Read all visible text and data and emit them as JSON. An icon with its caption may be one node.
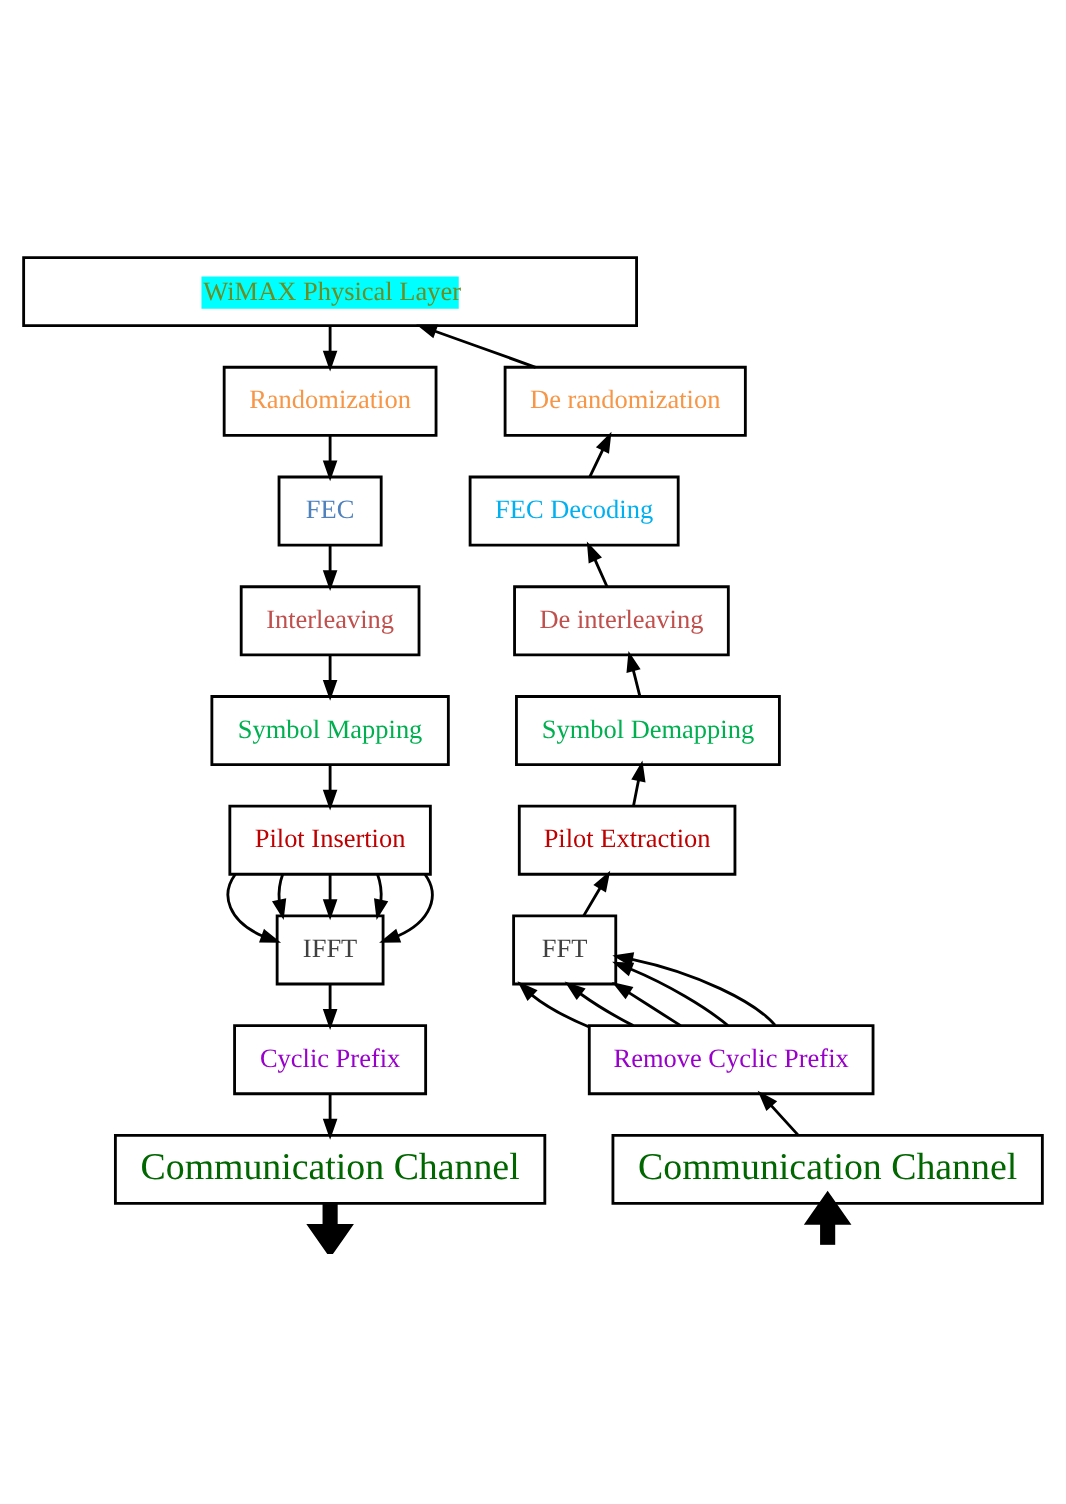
{
  "diagram": {
    "nodes": [
      {
        "text": [
          "WiMAX Physical Layer"
        ]
      },
      {
        "text": [
          "Randomization"
        ]
      },
      {
        "text": [
          "FEC"
        ]
      },
      {
        "text": [
          "Interleaving"
        ]
      },
      {
        "text": [
          "Symbol Mapping"
        ]
      },
      {
        "text": [
          "Pilot Insertion"
        ]
      },
      {
        "text": [
          "IFFT"
        ]
      },
      {
        "text": [
          "Cyclic Prefix"
        ]
      },
      {
        "text": [
          "Communication Channel"
        ]
      },
      {
        "text": [
          "De randomization"
        ]
      },
      {
        "text": [
          "FEC Decoding"
        ]
      },
      {
        "text": [
          "De interleaving"
        ]
      },
      {
        "text": [
          "Symbol Demapping"
        ]
      },
      {
        "text": [
          "Pilot Extraction"
        ]
      },
      {
        "text": [
          "FFT"
        ]
      },
      {
        "text": [
          "Remove Cyclic Prefix"
        ]
      },
      {
        "text": [
          "Communication Channel"
        ]
      }
    ],
    "edges": [
      {
        "from": 0,
        "to": 1,
        "arrow": "to"
      },
      {
        "from": 1,
        "to": 2,
        "arrow": "to"
      },
      {
        "from": 2,
        "to": 3,
        "arrow": "to"
      },
      {
        "from": 3,
        "to": 4,
        "arrow": "to"
      },
      {
        "from": 4,
        "to": 5,
        "arrow": "to"
      },
      {
        "from": 5,
        "to": 6,
        "arrow": "to"
      },
      {
        "from": 5,
        "to": 6,
        "arrow": "to"
      },
      {
        "from": 5,
        "to": 6,
        "arrow": "to"
      },
      {
        "from": 5,
        "to": 6,
        "arrow": "to"
      },
      {
        "from": 5,
        "to": 6,
        "arrow": "to"
      },
      {
        "from": 6,
        "to": 7,
        "arrow": "to"
      },
      {
        "from": 7,
        "to": 8,
        "arrow": "to"
      },
      {
        "from": 8,
        "to": null,
        "arrow": "to",
        "style": "thick"
      },
      {
        "from": null,
        "to": 16,
        "arrow": "to",
        "style": "thick"
      },
      {
        "from": 16,
        "to": 15,
        "arrow": "to"
      },
      {
        "from": 15,
        "to": 14,
        "arrow": "to"
      },
      {
        "from": 15,
        "to": 14,
        "arrow": "to"
      },
      {
        "from": 15,
        "to": 14,
        "arrow": "to"
      },
      {
        "from": 15,
        "to": 14,
        "arrow": "to"
      },
      {
        "from": 15,
        "to": 14,
        "arrow": "to"
      },
      {
        "from": 14,
        "to": 13,
        "arrow": "to"
      },
      {
        "from": 13,
        "to": 12,
        "arrow": "to"
      },
      {
        "from": 12,
        "to": 11,
        "arrow": "to"
      },
      {
        "from": 11,
        "to": 10,
        "arrow": "to"
      },
      {
        "from": 10,
        "to": 9,
        "arrow": "to"
      },
      {
        "from": 9,
        "to": 0,
        "arrow": "to"
      }
    ]
  }
}
